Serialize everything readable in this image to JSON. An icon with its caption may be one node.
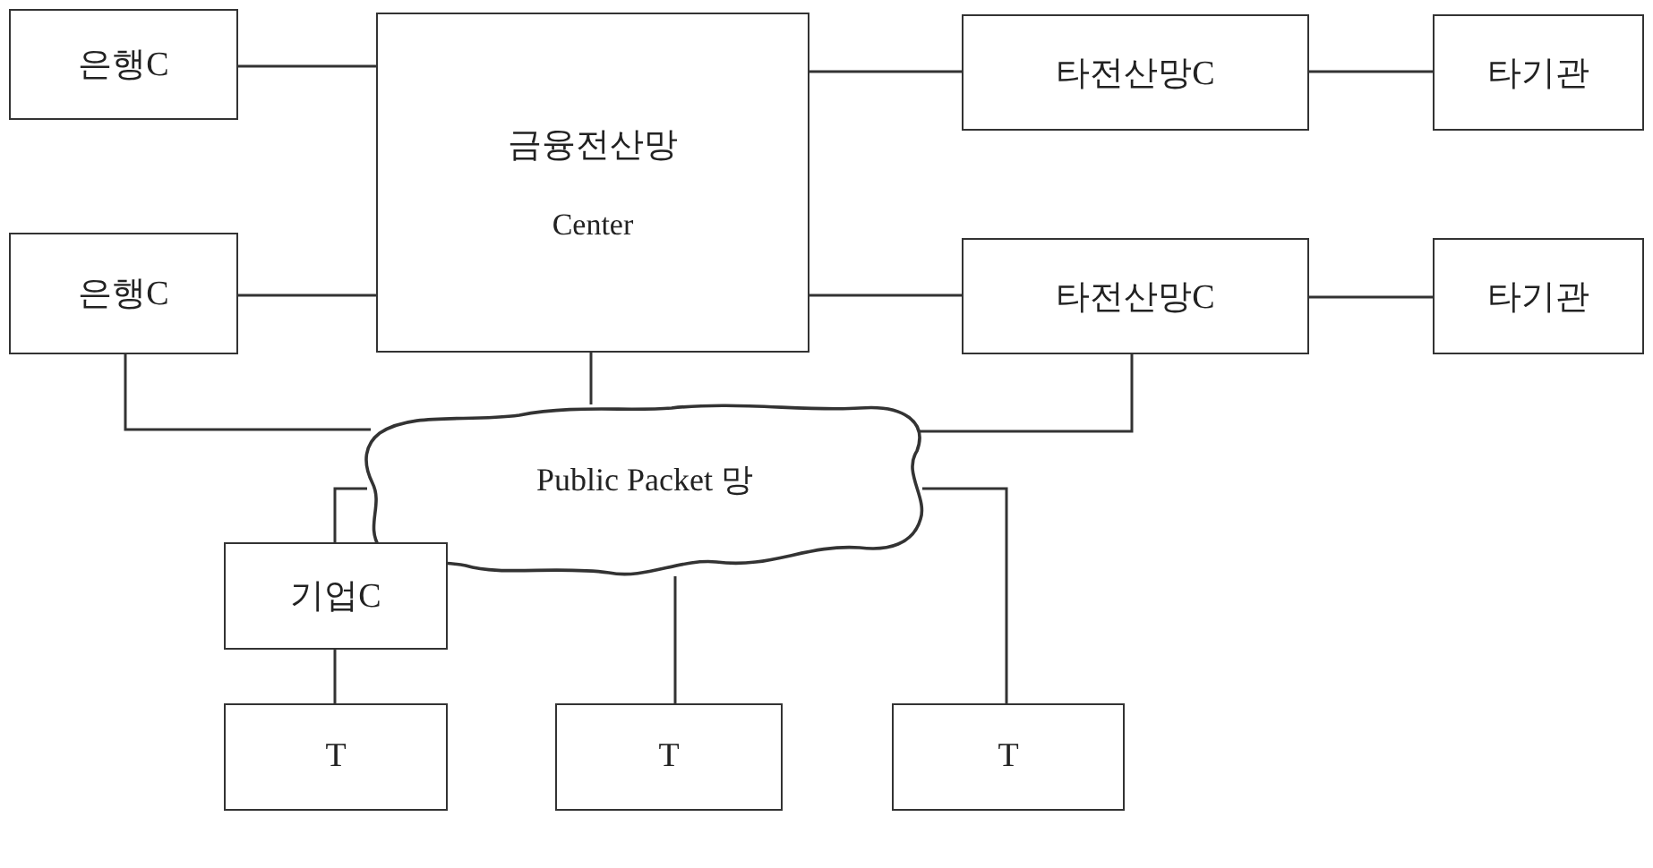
{
  "diagram": {
    "nodes": [
      {
        "text": [
          "은행C"
        ]
      },
      {
        "text": [
          "금융전산망",
          "Center"
        ]
      },
      {
        "text": [
          "타전산망C"
        ]
      },
      {
        "text": [
          "타기관"
        ]
      },
      {
        "text": [
          "은행C"
        ]
      },
      {
        "text": [
          "타전산망C"
        ]
      },
      {
        "text": [
          "타기관"
        ]
      },
      {
        "text": [
          "Public Packet 망"
        ]
      },
      {
        "text": [
          "기업C"
        ]
      },
      {
        "text": [
          "T"
        ]
      },
      {
        "text": [
          "T"
        ]
      },
      {
        "text": [
          "T"
        ]
      }
    ],
    "edges": [
      {
        "from": 0,
        "to": 1,
        "arrow": "none"
      },
      {
        "from": 4,
        "to": 1,
        "arrow": "none"
      },
      {
        "from": 1,
        "to": 2,
        "arrow": "none"
      },
      {
        "from": 1,
        "to": 5,
        "arrow": "none"
      },
      {
        "from": 2,
        "to": 3,
        "arrow": "none"
      },
      {
        "from": 5,
        "to": 6,
        "arrow": "none"
      },
      {
        "from": 1,
        "to": 7,
        "arrow": "none"
      },
      {
        "from": 4,
        "to": 7,
        "arrow": "none"
      },
      {
        "from": 5,
        "to": 7,
        "arrow": "none"
      },
      {
        "from": 7,
        "to": 8,
        "arrow": "none"
      },
      {
        "from": 8,
        "to": 9,
        "arrow": "none"
      },
      {
        "from": 7,
        "to": 10,
        "arrow": "none"
      },
      {
        "from": 7,
        "to": 11,
        "arrow": "none"
      }
    ]
  }
}
